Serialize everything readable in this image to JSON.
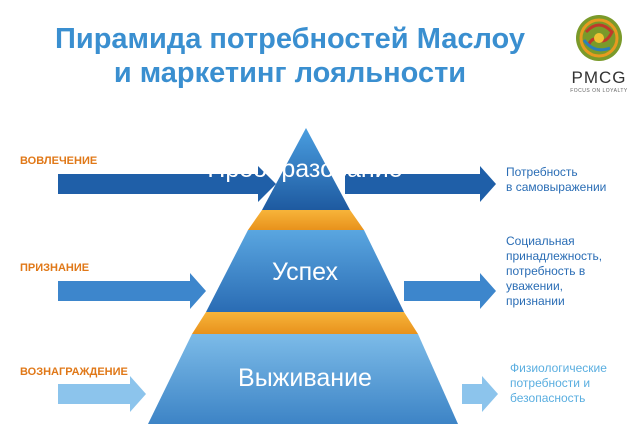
{
  "title": {
    "line1": "Пирамида потребностей Маслоу",
    "line2": "и маркетинг лояльности"
  },
  "logo": {
    "name": "PMCG",
    "tagline": "FOCUS ON LOYALTY"
  },
  "levels": [
    {
      "left_label": "ВОВЛЕЧЕНИЕ",
      "pyramid_label": "Преобразование",
      "right_text": [
        "Потребность",
        "в самовыражении"
      ]
    },
    {
      "left_label": "ПРИЗНАНИЕ",
      "pyramid_label": "Успех",
      "right_text": [
        "Социальная",
        "принадлежность,",
        "потребность в",
        "уважении,",
        "признании"
      ]
    },
    {
      "left_label": "ВОЗНАГРАЖДЕНИЕ",
      "pyramid_label": "Выживание",
      "right_text": [
        "Физиологические",
        "потребности и",
        "безопасность"
      ]
    }
  ],
  "colors": {
    "title": "#3a8fd0",
    "label_orange": "#e07818",
    "arrow_dark": "#1f5fa8",
    "arrow_mid": "#3d86cc",
    "arrow_light": "#8cc4ec",
    "pyramid_band": "#f3a52a"
  }
}
